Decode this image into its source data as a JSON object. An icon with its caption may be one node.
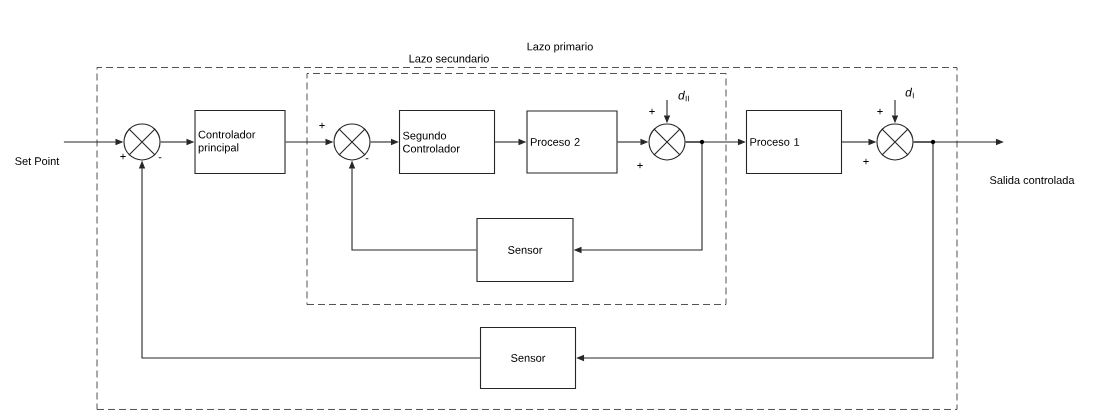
{
  "diagram": {
    "nodes": [
      {
        "text": [
          "Lazo primario"
        ]
      },
      {
        "text": [
          "Lazo secundario"
        ],
        "in": 0
      },
      {
        "text": [
          "Set Point"
        ]
      },
      {
        "text": [],
        "shape": "circle",
        "in": 0
      },
      {
        "text": [
          "Controlador principal"
        ],
        "in": 0
      },
      {
        "text": [],
        "shape": "circle",
        "in": 1
      },
      {
        "text": [
          "Segundo Controlador"
        ],
        "in": 1
      },
      {
        "text": [
          "Proceso 2"
        ],
        "in": 1
      },
      {
        "text": [],
        "shape": "circle",
        "in": 1
      },
      {
        "text": [
          "Sensor"
        ],
        "in": 1
      },
      {
        "text": [
          "Proceso 1"
        ],
        "in": 0
      },
      {
        "text": [],
        "shape": "circle",
        "in": 0
      },
      {
        "text": [
          "Salida controlada"
        ]
      },
      {
        "text": [
          "Sensor"
        ],
        "in": 0
      }
    ],
    "edges": [
      {
        "from": 2,
        "to": 3,
        "arrow": "to"
      },
      {
        "from": 3,
        "to": 4,
        "arrow": "to"
      },
      {
        "from": 4,
        "to": 5,
        "arrow": "to"
      },
      {
        "from": 5,
        "to": 6,
        "arrow": "to"
      },
      {
        "from": 6,
        "to": 7,
        "arrow": "to"
      },
      {
        "from": 7,
        "to": 8,
        "arrow": "to"
      },
      {
        "from": null,
        "to": 8,
        "arrow": "to",
        "label": "*d*$_{II}$"
      },
      {
        "from": 8,
        "to": 10,
        "arrow": "to"
      },
      {
        "from": 8,
        "to": 9,
        "arrow": "to"
      },
      {
        "from": 9,
        "to": 5,
        "arrow": "to"
      },
      {
        "from": 10,
        "to": 11,
        "arrow": "to"
      },
      {
        "from": null,
        "to": 11,
        "arrow": "to",
        "label": "*d*$_{I}$"
      },
      {
        "from": 11,
        "to": 12,
        "arrow": "to"
      },
      {
        "from": 11,
        "to": 13,
        "arrow": "to"
      },
      {
        "from": 13,
        "to": 3,
        "arrow": "to"
      }
    ],
    "labels": [
      "+",
      "-",
      "+",
      "-",
      "+",
      "+",
      "+",
      "+"
    ]
  }
}
